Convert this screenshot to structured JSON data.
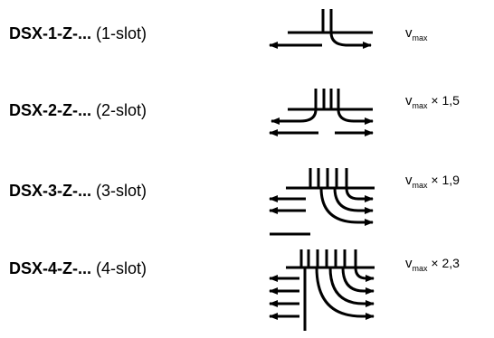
{
  "rows": [
    {
      "model": "DSX-1-Z-...",
      "slots": "(1-slot)",
      "v": "v",
      "sub": "max",
      "factor": ""
    },
    {
      "model": "DSX-2-Z-...",
      "slots": "(2-slot)",
      "v": "v",
      "sub": "max",
      "factor": "× 1,5"
    },
    {
      "model": "DSX-3-Z-...",
      "slots": "(3-slot)",
      "v": "v",
      "sub": "max",
      "factor": "× 1,9"
    },
    {
      "model": "DSX-4-Z-...",
      "slots": "(4-slot)",
      "v": "v",
      "sub": "max",
      "factor": "× 2,3"
    }
  ]
}
